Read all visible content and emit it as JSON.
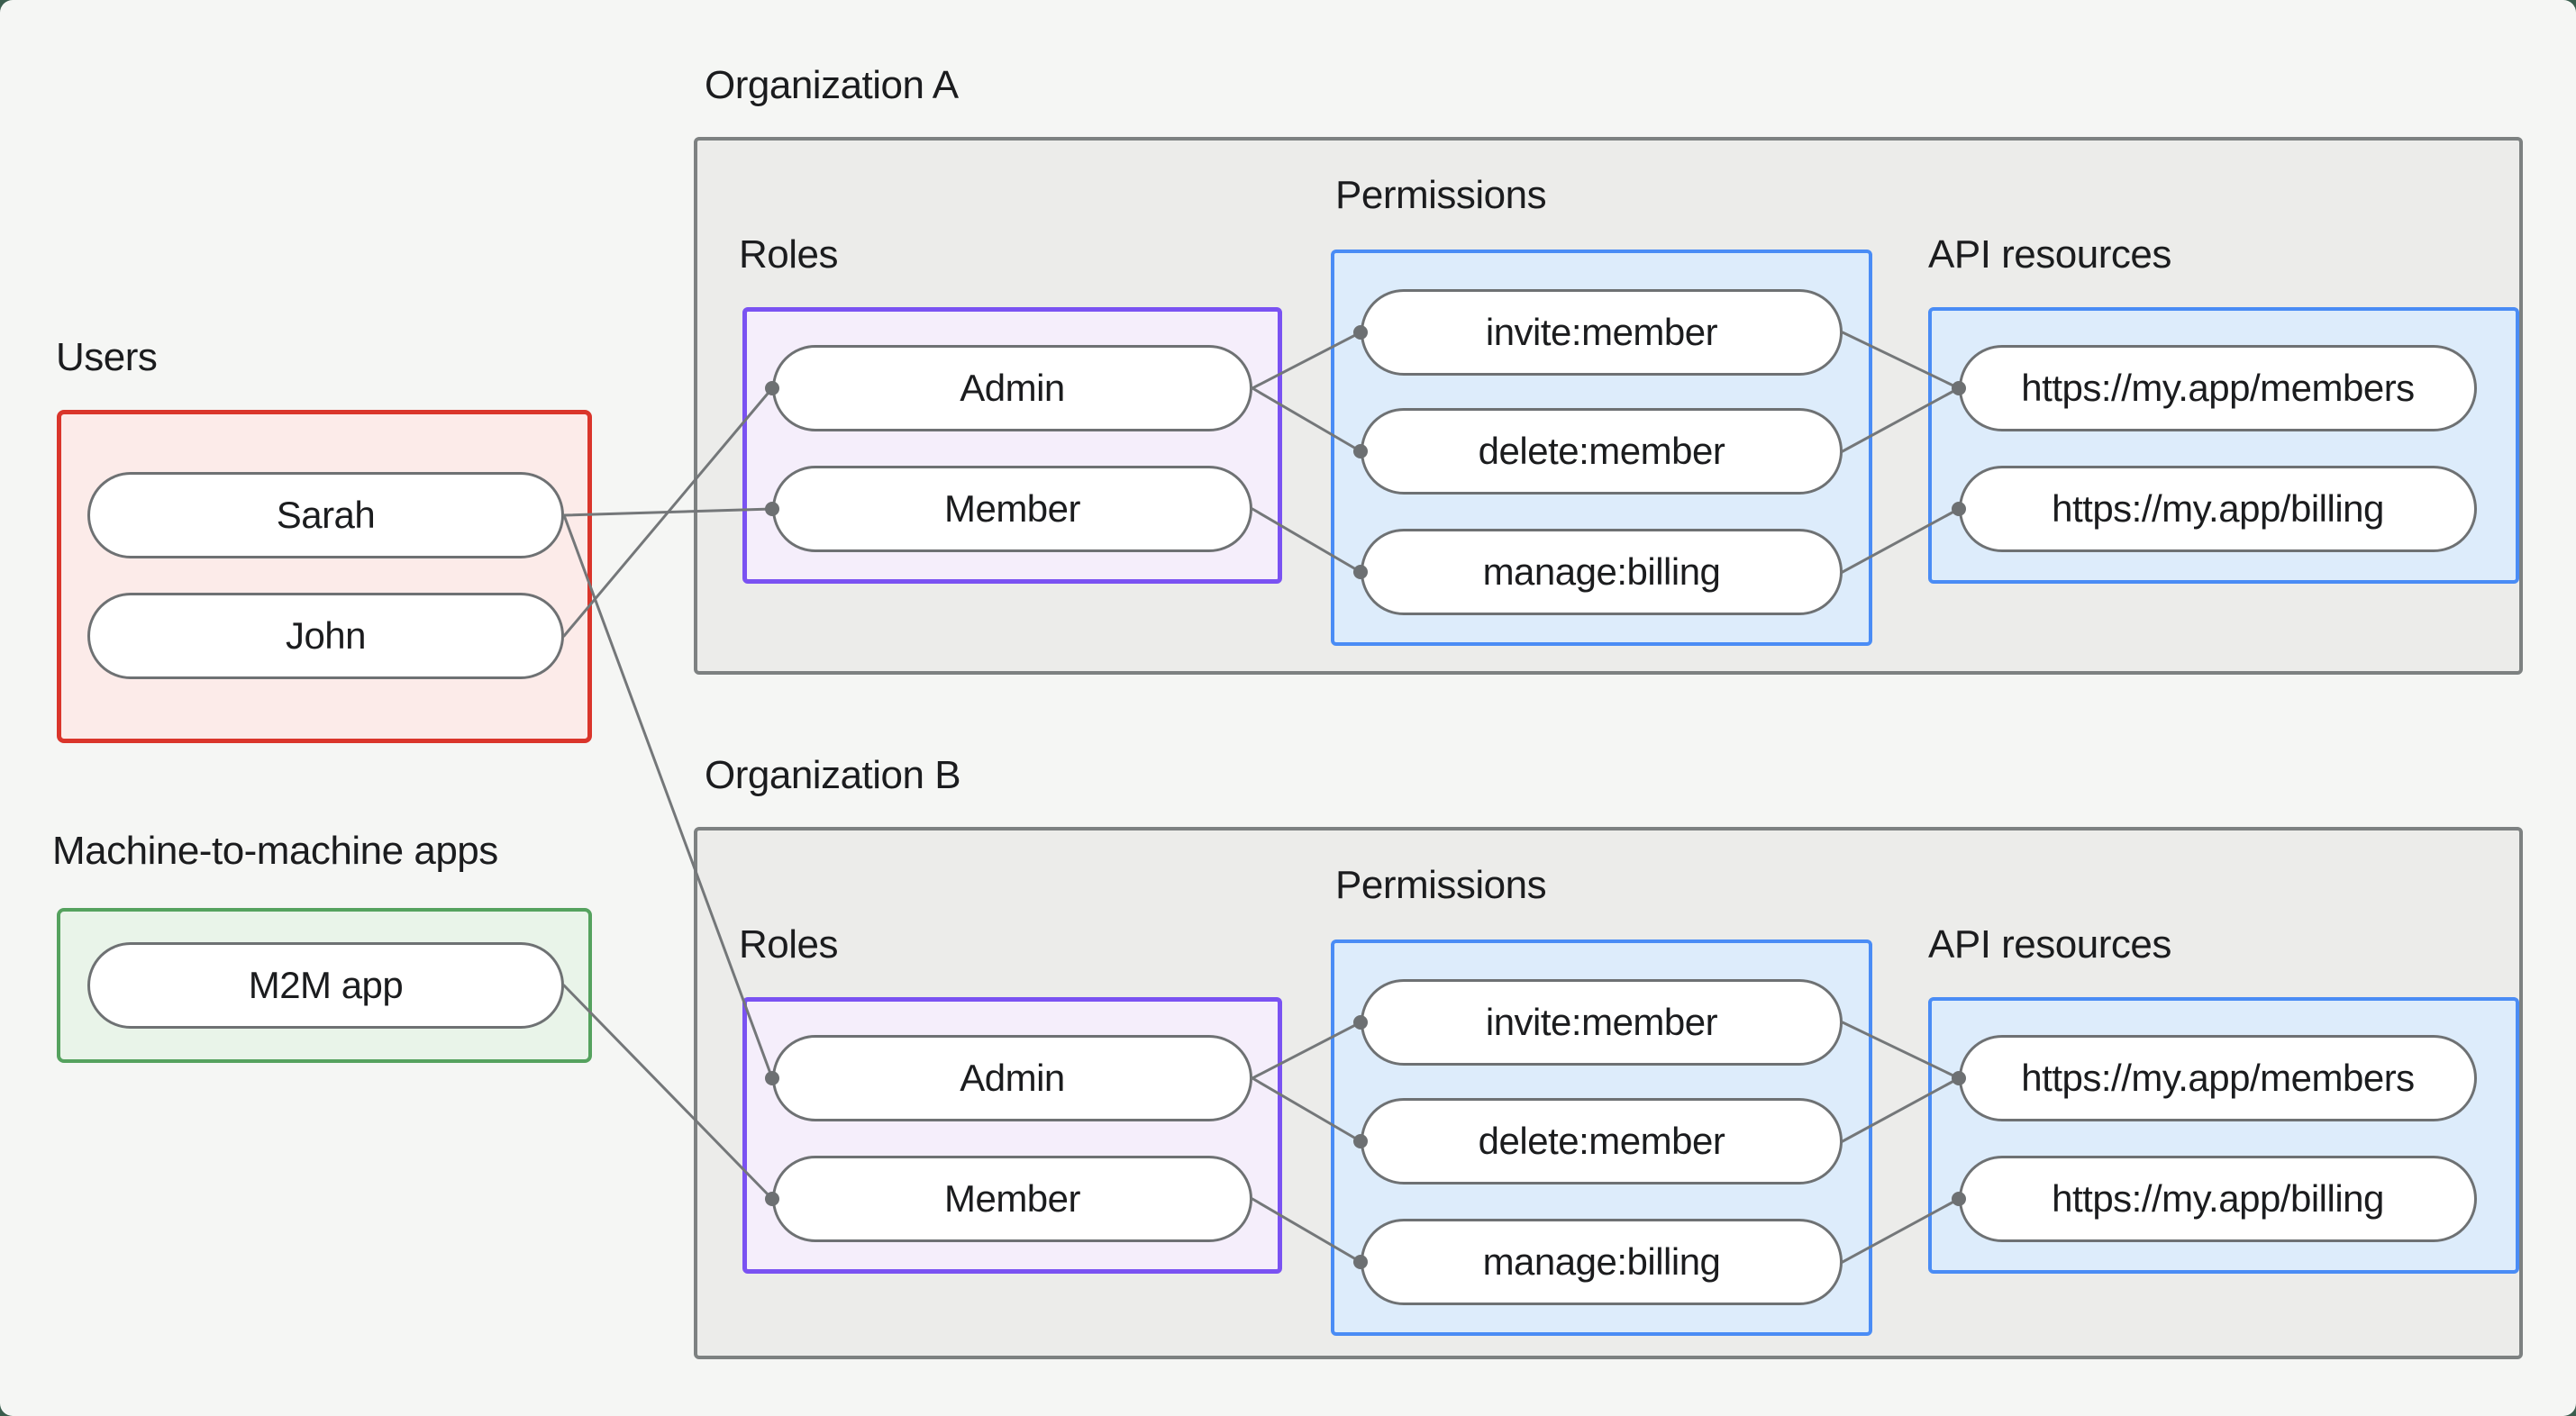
{
  "users_group": {
    "label": "Users",
    "border_color": "#da352b",
    "fill_color": "#fcebe9",
    "items": [
      {
        "id": "u-sarah",
        "label": "Sarah"
      },
      {
        "id": "u-john",
        "label": "John"
      }
    ]
  },
  "m2m_group": {
    "label": "Machine-to-machine apps",
    "border_color": "#55a25e",
    "fill_color": "#e9f4e9",
    "items": [
      {
        "id": "u-m2m",
        "label": "M2M app"
      }
    ]
  },
  "organizations": [
    {
      "title": "Organization A",
      "roles": {
        "label": "Roles",
        "border_color": "#7a52f2",
        "items": [
          "Admin",
          "Member"
        ]
      },
      "permissions": {
        "label": "Permissions",
        "border_color": "#4a8cf5",
        "items": [
          "invite:member",
          "delete:member",
          "manage:billing"
        ]
      },
      "api_resources": {
        "label": "API resources",
        "border_color": "#4a8cf5",
        "items": [
          "https://my.app/members",
          "https://my.app/billing"
        ]
      }
    },
    {
      "title": "Organization B",
      "roles": {
        "label": "Roles",
        "border_color": "#7a52f2",
        "items": [
          "Admin",
          "Member"
        ]
      },
      "permissions": {
        "label": "Permissions",
        "border_color": "#4a8cf5",
        "items": [
          "invite:member",
          "delete:member",
          "manage:billing"
        ]
      },
      "api_resources": {
        "label": "API resources",
        "border_color": "#4a8cf5",
        "items": [
          "https://my.app/members",
          "https://my.app/billing"
        ]
      }
    }
  ],
  "connections": [
    {
      "from": "u-sarah",
      "to": "a-member"
    },
    {
      "from": "u-john",
      "to": "a-admin"
    },
    {
      "from": "u-sarah",
      "to": "b-admin"
    },
    {
      "from": "u-m2m",
      "to": "b-member"
    },
    {
      "from": "a-admin",
      "to": "a-invite"
    },
    {
      "from": "a-admin",
      "to": "a-delete"
    },
    {
      "from": "a-member",
      "to": "a-manage"
    },
    {
      "from": "a-invite",
      "to": "a-members"
    },
    {
      "from": "a-delete",
      "to": "a-members"
    },
    {
      "from": "a-manage",
      "to": "a-billing"
    },
    {
      "from": "b-admin",
      "to": "b-invite"
    },
    {
      "from": "b-admin",
      "to": "b-delete"
    },
    {
      "from": "b-member",
      "to": "b-manage"
    },
    {
      "from": "b-invite",
      "to": "b-members"
    },
    {
      "from": "b-delete",
      "to": "b-members"
    },
    {
      "from": "b-manage",
      "to": "b-billing"
    }
  ],
  "style": {
    "line_color": "#747779",
    "dot_color": "#6d7072",
    "line_width": 3,
    "dot_radius": 8,
    "page_background": "#f5f6f4",
    "org_fill": "#ececea",
    "org_border": "#7d8181",
    "corner_backdrop": "#3a5d4d"
  }
}
